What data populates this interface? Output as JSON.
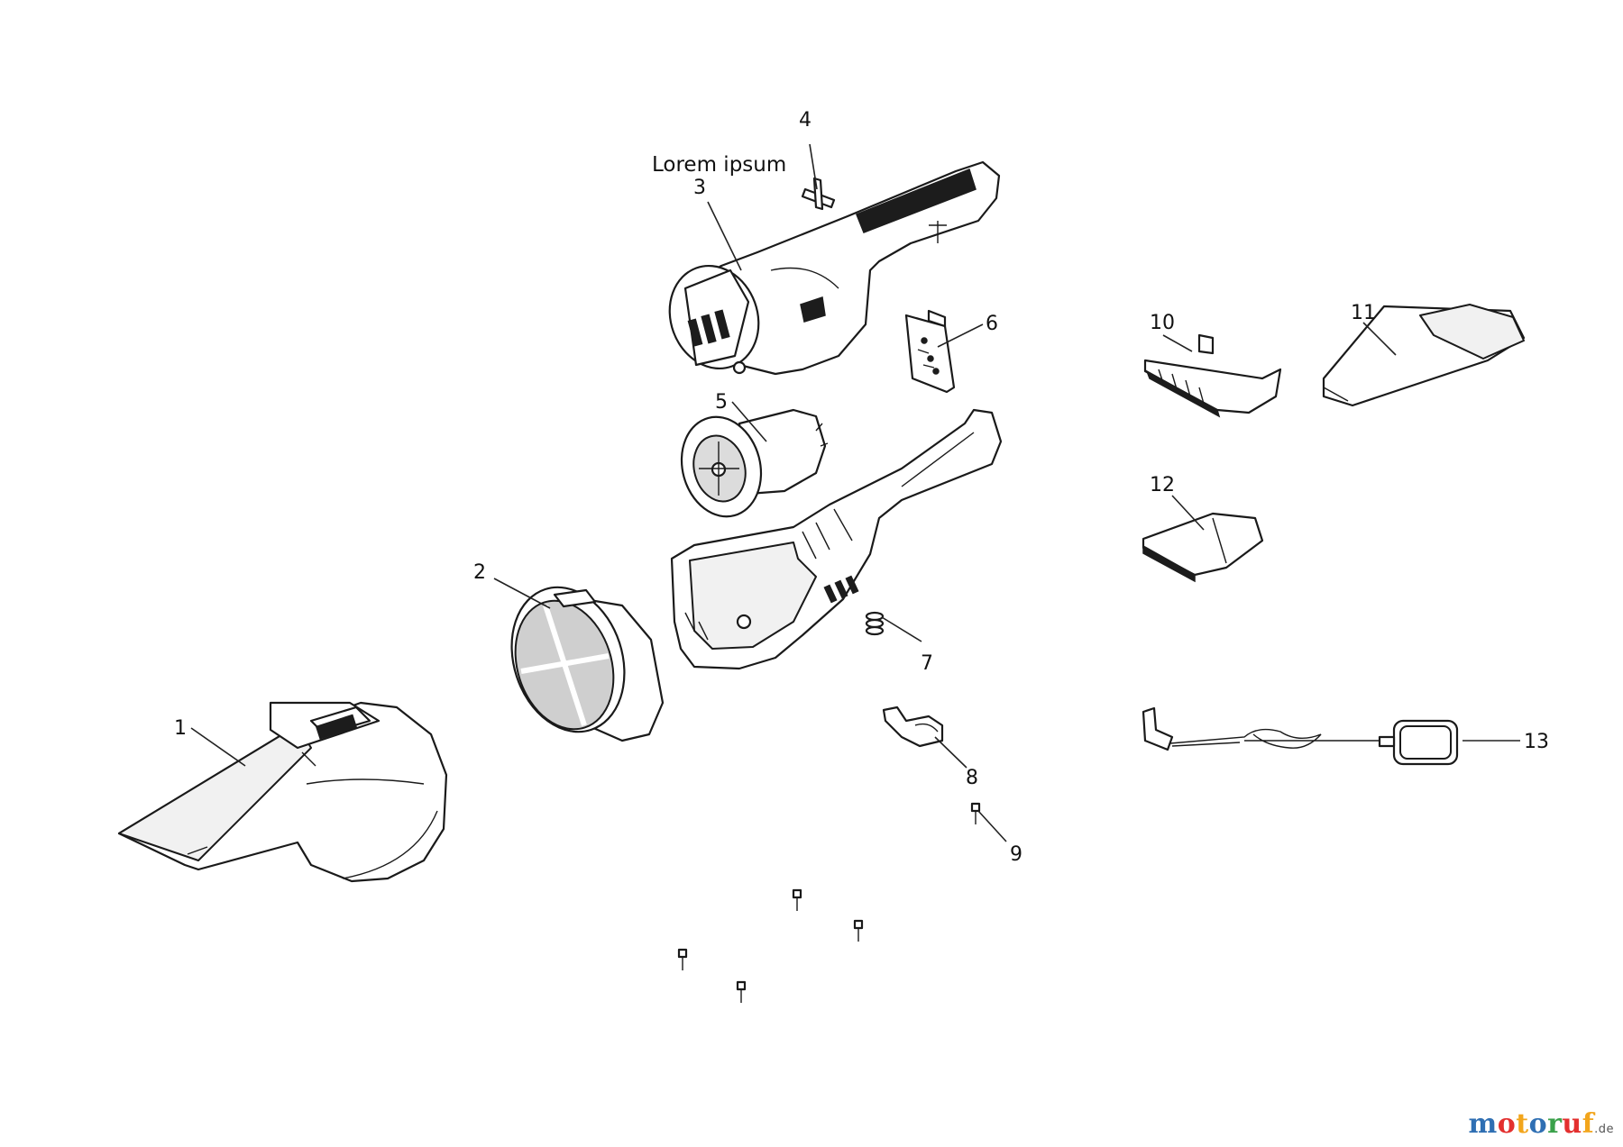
{
  "caption": "Lorem ipsum",
  "callouts": [
    "1",
    "2",
    "3",
    "4",
    "5",
    "6",
    "7",
    "8",
    "9",
    "10",
    "11",
    "12",
    "13"
  ],
  "watermark": {
    "letters": [
      "m",
      "o",
      "t",
      "o",
      "r",
      "u",
      "f"
    ],
    "letter_colors": [
      "#2f6fb3",
      "#e3302f",
      "#f2a51c",
      "#2f6fb3",
      "#3aa14a",
      "#e3302f",
      "#f2a51c"
    ],
    "suffix": ".de"
  }
}
